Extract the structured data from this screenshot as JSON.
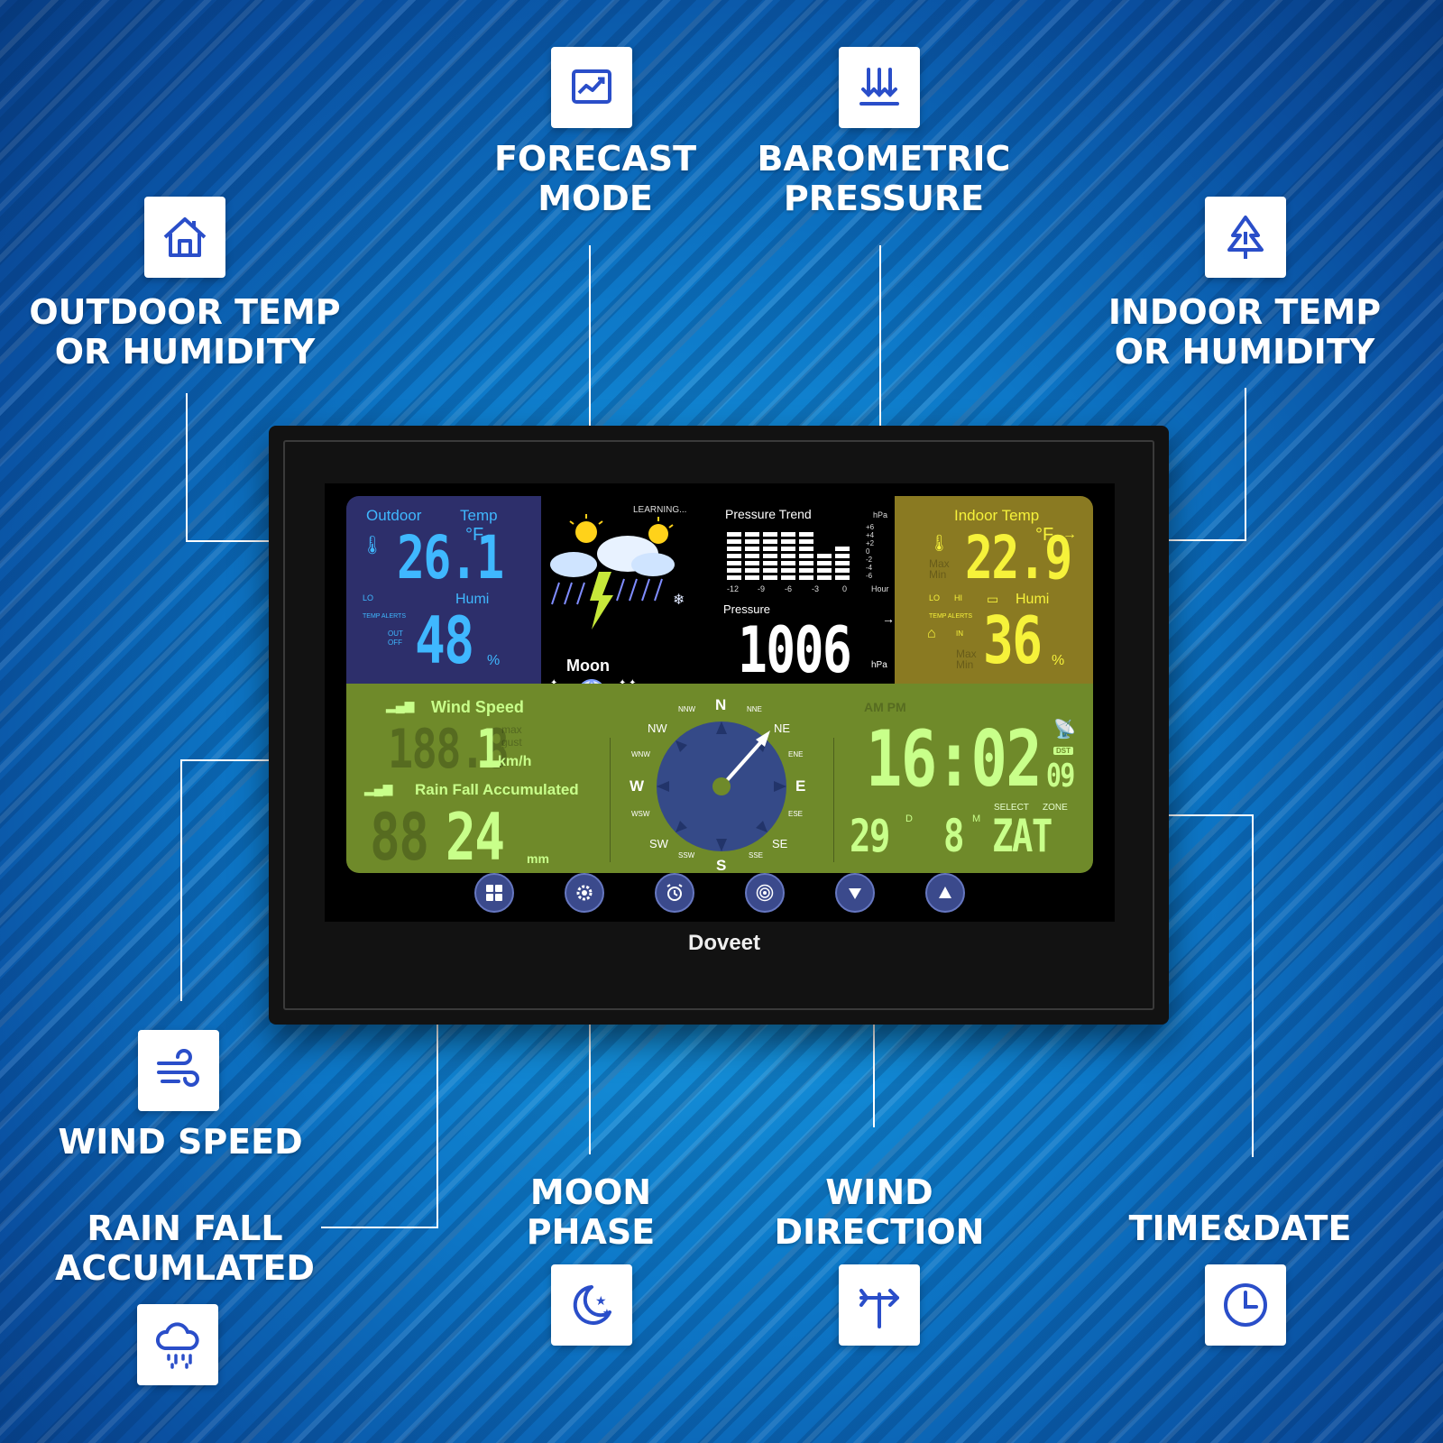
{
  "labels": {
    "forecast": [
      "FORECAST",
      "MODE"
    ],
    "barometric": [
      "BAROMETRIC",
      "PRESSURE"
    ],
    "outdoor": [
      "OUTDOOR TEMP",
      "OR HUMIDITY"
    ],
    "indoor": [
      "INDOOR TEMP",
      "OR HUMIDITY"
    ],
    "wind_speed": [
      "WIND SPEED"
    ],
    "rainfall": [
      "RAIN FALL",
      "ACCUMLATED"
    ],
    "moon": [
      "MOON",
      "PHASE"
    ],
    "wind_direction": [
      "WIND",
      "DIRECTION"
    ],
    "time_date": [
      "TIME&DATE"
    ]
  },
  "icons": {
    "forecast": "line-chart-icon",
    "barometric": "pressure-arrows-icon",
    "outdoor": "house-icon",
    "indoor": "tree-icon",
    "wind_speed": "wind-icon",
    "rainfall": "rain-cloud-icon",
    "moon": "moon-stars-icon",
    "wind_direction": "wind-vane-icon",
    "time_date": "clock-icon"
  },
  "brand": "Doveet",
  "display": {
    "outdoor": {
      "title": "Outdoor",
      "temp_label": "Temp",
      "temp_value": "26.1",
      "temp_unit": "°F",
      "humi_label": "Humi",
      "humi_value": "48",
      "humi_unit": "%",
      "small": [
        "LO",
        "TEMP ALERTS",
        "OUT",
        "OFF"
      ]
    },
    "forecast": {
      "status": "LEARNING...",
      "moon_label": "Moon"
    },
    "pressure": {
      "trend_label": "Pressure Trend",
      "unit_top": "hPa",
      "scale": [
        "+6",
        "+4",
        "+2",
        "0",
        "-2",
        "-4",
        "-6"
      ],
      "hour_ticks": [
        "-12",
        "-9",
        "-6",
        "-3",
        "0"
      ],
      "hour_label": "Hour",
      "label": "Pressure",
      "value": "1006",
      "unit": "hPa"
    },
    "indoor": {
      "title": "Indoor Temp",
      "temp_value": "22.9",
      "temp_unit": "°F",
      "humi_label": "Humi",
      "humi_value": "36",
      "humi_unit": "%",
      "small": [
        "Max",
        "Min",
        "LO",
        "HI",
        "TEMP ALERTS",
        "IN",
        "Max",
        "Min"
      ]
    },
    "wind": {
      "label": "Wind Speed",
      "ghost": "188.8",
      "value": "1",
      "small": [
        "max",
        "gust"
      ],
      "unit": "km/h"
    },
    "rain": {
      "label": "Rain Fall Accumulated",
      "ghost": "88",
      "value": "24",
      "unit": "mm"
    },
    "compass": {
      "N": "N",
      "S": "S",
      "E": "E",
      "W": "W",
      "NE": "NE",
      "NW": "NW",
      "SE": "SE",
      "SW": "SW",
      "NNE": "NNE",
      "NNW": "NNW",
      "ENE": "ENE",
      "ESE": "ESE",
      "WNW": "WNW",
      "WSW": "WSW",
      "SSE": "SSE",
      "SSW": "SSW"
    },
    "clock": {
      "ampm": "AM PM",
      "time": "16:02",
      "dst": "DST",
      "seconds": "09",
      "day": "29",
      "day_suffix": "D",
      "month": "8",
      "month_suffix": "M",
      "weekday": "ZAT",
      "select": "SELECT",
      "zone": "ZONE"
    },
    "buttons": [
      "grid-button-icon",
      "gear-button-icon",
      "alarm-button-icon",
      "signal-button-icon",
      "down-arrow-button-icon",
      "up-arrow-button-icon"
    ]
  },
  "colors": {
    "outdoor_text": "#3fb8ff",
    "indoor_text": "#f6f23a",
    "green_text": "#c8ff8a",
    "icon_blue": "#2a4ec9"
  }
}
